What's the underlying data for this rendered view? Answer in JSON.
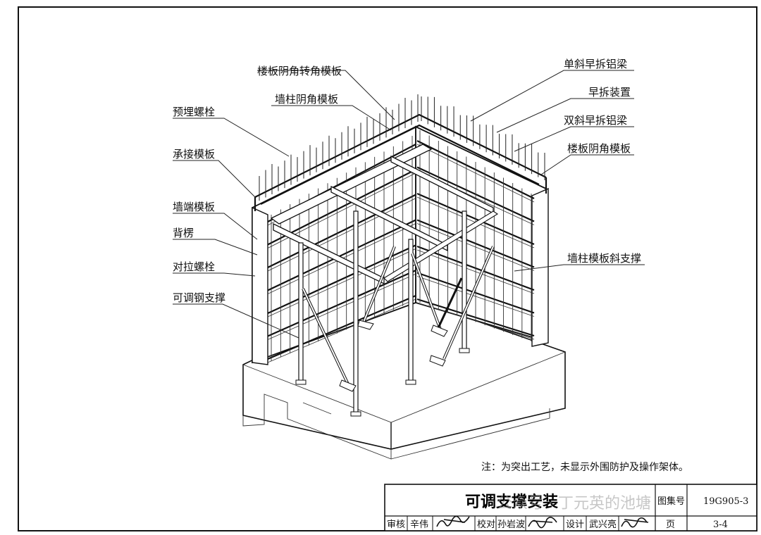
{
  "labels_left": [
    "楼板阴角转角模板",
    "墙柱阴角模板",
    "预埋螺栓",
    "承接模板",
    "墙端模板",
    "背楞",
    "对拉螺栓",
    "可调钢支撑"
  ],
  "labels_right": [
    "单斜早拆铝梁",
    "早拆装置",
    "双斜早拆铝梁",
    "楼板阴角模板",
    "墙柱模板斜支撑"
  ],
  "note": "注：为突出工艺，未显示外围防护及操作架体。",
  "title_block": {
    "title": "可调支撑安装",
    "atlas_label": "图集号",
    "atlas_no": "19G905-3",
    "page_label": "页",
    "page_no": "3-4",
    "review_label": "审核",
    "review_name": "辛伟",
    "check_label": "校对",
    "check_name": "孙岩波",
    "design_label": "设计",
    "design_name": "武兴亮"
  },
  "watermark": "公众号 · 丁元英的池塘"
}
